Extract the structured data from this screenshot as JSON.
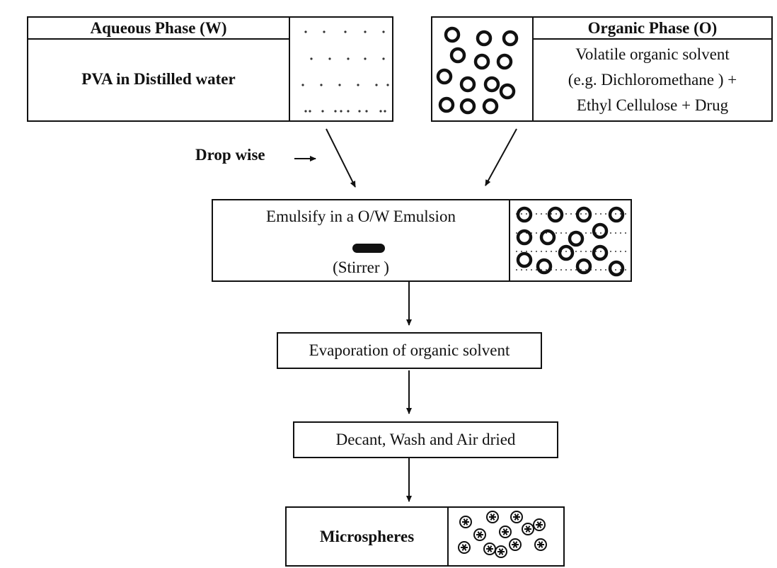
{
  "aqueous": {
    "title": "Aqueous Phase (W)",
    "content": "PVA in Distilled water"
  },
  "organic": {
    "title": "Organic Phase (O)",
    "lines": [
      "Volatile organic solvent",
      "(e.g. Dichloromethane ) +",
      "Ethyl Cellulose + Drug"
    ]
  },
  "dropwise_label": "Drop wise",
  "emulsify": {
    "title": "Emulsify in a O/W Emulsion",
    "stirrer_label": "(Stirrer )"
  },
  "steps": {
    "evaporation": "Evaporation of organic solvent",
    "decant": "Decant, Wash and Air dried"
  },
  "product": "Microspheres",
  "colors": {
    "line": "#111111",
    "background": "#ffffff"
  }
}
